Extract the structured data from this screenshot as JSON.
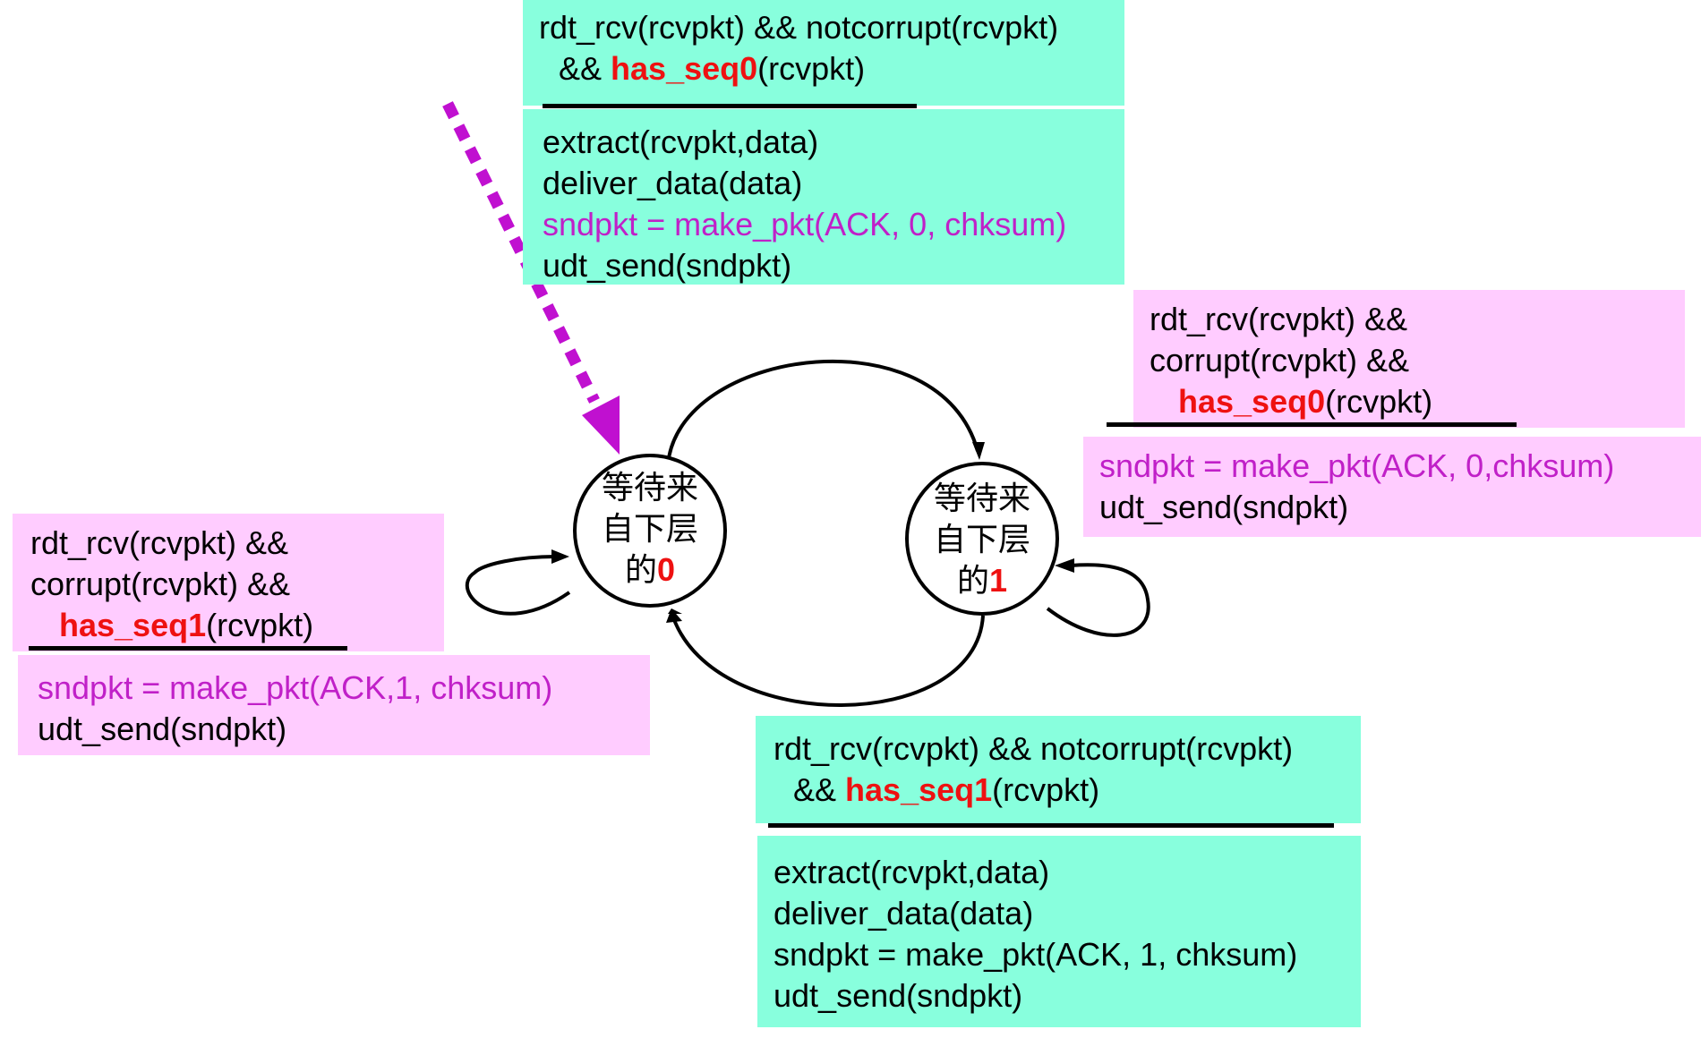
{
  "states": [
    {
      "id": "wait0",
      "label_lines": [
        "等待来",
        "自下层",
        "的"
      ],
      "number": "0"
    },
    {
      "id": "wait1",
      "label_lines": [
        "等待来",
        "自下层",
        "的"
      ],
      "number": "1"
    }
  ],
  "transitions": {
    "top": {
      "condition": {
        "line1": "rdt_rcv(rcvpkt) && notcorrupt(rcvpkt)",
        "line2_pre": "&& ",
        "line2_em": "has_seq0",
        "line2_post": "(rcvpkt)"
      },
      "actions": {
        "a1": "extract(rcvpkt,data)",
        "a2": "deliver_data(data)",
        "a3": "sndpkt = make_pkt(ACK, 0, chksum)",
        "a4": "udt_send(sndpkt)"
      }
    },
    "right": {
      "condition": {
        "line1": "rdt_rcv(rcvpkt) &&",
        "line2": "corrupt(rcvpkt) &&",
        "line3_em": "has_seq0",
        "line3_post": "(rcvpkt)"
      },
      "actions": {
        "a1": "sndpkt = make_pkt(ACK, 0,chksum)",
        "a2": "udt_send(sndpkt)"
      }
    },
    "left": {
      "condition": {
        "line1": "rdt_rcv(rcvpkt) &&",
        "line2": "corrupt(rcvpkt) &&",
        "line3_em": "has_seq1",
        "line3_post": "(rcvpkt)"
      },
      "actions": {
        "a1": "sndpkt = make_pkt(ACK,1,  chksum)",
        "a2": "udt_send(sndpkt)"
      }
    },
    "bottom": {
      "condition": {
        "line1": "rdt_rcv(rcvpkt) && notcorrupt(rcvpkt)",
        "line2_pre": "&& ",
        "line2_em": "has_seq1",
        "line2_post": "(rcvpkt)"
      },
      "actions": {
        "a1": "extract(rcvpkt,data)",
        "a2": "deliver_data(data)",
        "a3": "sndpkt = make_pkt(ACK, 1, chksum)",
        "a4": "udt_send(sndpkt)"
      }
    }
  },
  "colors": {
    "teal_box": "#88ffdd",
    "pink_box": "#ffccff",
    "emphasis": "#ee1111",
    "action_highlight": "#c020c8",
    "initial_arrow": "#c010d0"
  }
}
